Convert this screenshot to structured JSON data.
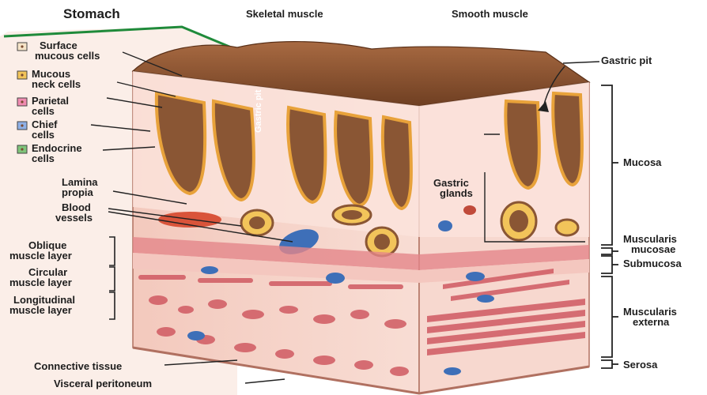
{
  "header": {
    "stomach": "Stomach",
    "skeletal": "Skeletal muscle",
    "smooth": "Smooth muscle"
  },
  "legend": [
    {
      "line1": "Surface",
      "line2": "mucous cells",
      "color": "#f6e4c8"
    },
    {
      "line1": "Mucous",
      "line2": "neck cells",
      "color": "#f2c45a"
    },
    {
      "line1": "Parietal",
      "line2": "cells",
      "color": "#f08bb0"
    },
    {
      "line1": "Chief",
      "line2": "cells",
      "color": "#8fb0e6"
    },
    {
      "line1": "Endocrine",
      "line2": "cells",
      "color": "#7fc47a"
    }
  ],
  "left_labels": {
    "lamina_1": "Lamina",
    "lamina_2": "propia",
    "blood_1": "Blood",
    "blood_2": "vessels",
    "oblique_1": "Oblique",
    "oblique_2": "muscle layer",
    "circular_1": "Circular",
    "circular_2": "muscle layer",
    "longitudinal_1": "Longitudinal",
    "longitudinal_2": "muscle layer",
    "connective": "Connective tissue",
    "peritoneum": "Visceral peritoneum"
  },
  "inner_labels": {
    "gastric_pit_vertical": "Gastric pit",
    "gastric_glands_1": "Gastric",
    "gastric_glands_2": "glands"
  },
  "right_labels": {
    "gastric_pit": "Gastric pit",
    "mucosa": "Mucosa",
    "muscularis_mucosae_1": "Muscularis",
    "muscularis_mucosae_2": "mucosae",
    "submucosa": "Submucosa",
    "muscularis_externa_1": "Muscularis",
    "muscularis_externa_2": "externa",
    "serosa": "Serosa"
  },
  "colors": {
    "mucosa_brown": "#8a5634",
    "tissue_pink": "#f6d2c8",
    "muscle_red": "#d05a62",
    "vessel_blue": "#3e6fb8",
    "border_green": "#1f8a3a"
  }
}
